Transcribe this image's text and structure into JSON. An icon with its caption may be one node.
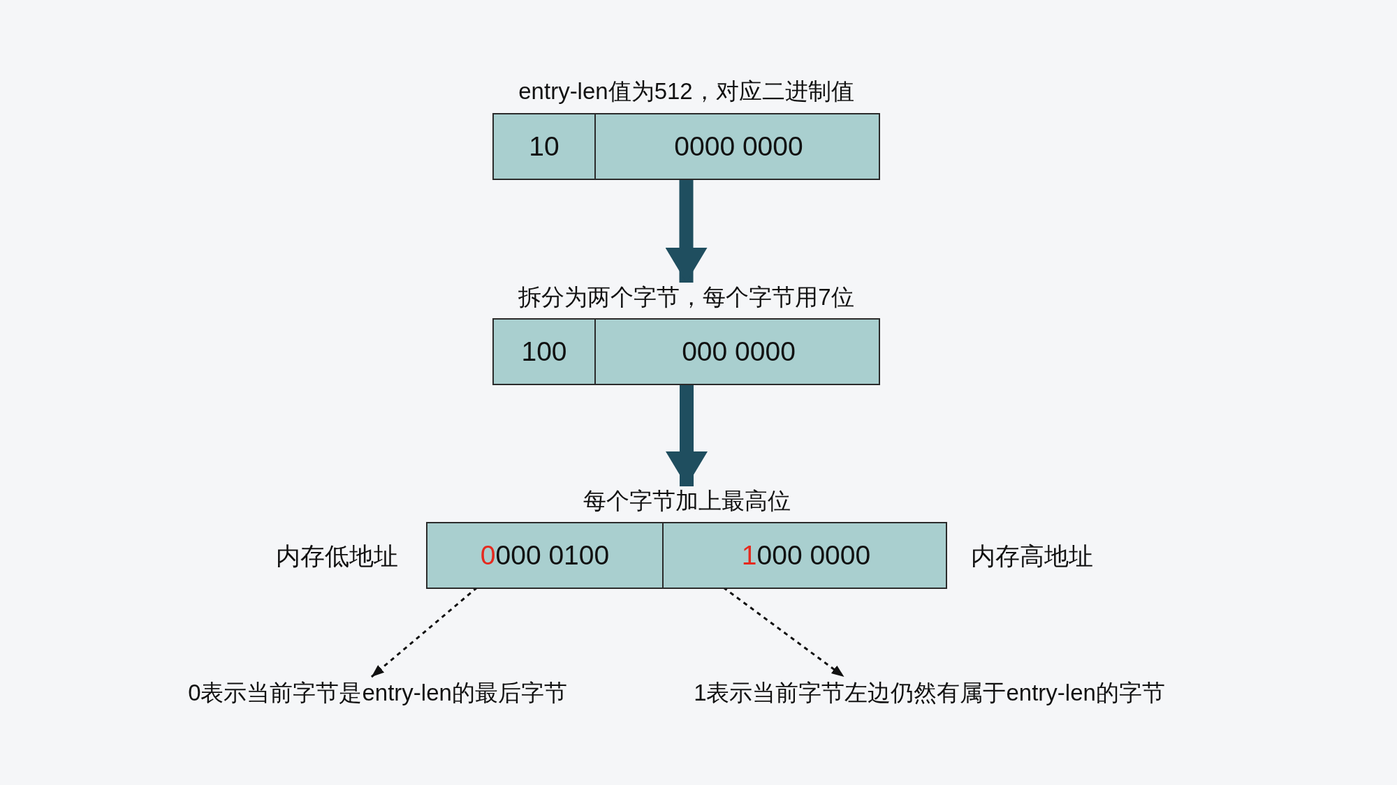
{
  "diagram": {
    "nodes": [
      {
        "text": [
          "entry-len值为512，对应二进制值"
        ]
      },
      {
        "text": [
          "10"
        ],
        "in": 0
      },
      {
        "text": [
          "0000 0000"
        ],
        "in": 0
      },
      {
        "text": [
          "拆分为两个字节，每个字节用7位"
        ]
      },
      {
        "text": [
          "100"
        ],
        "in": 3
      },
      {
        "text": [
          "000 0000"
        ],
        "in": 3
      },
      {
        "text": [
          "每个字节加上最高位"
        ]
      },
      {
        "text": [
          "0000 0100"
        ],
        "in": 6
      },
      {
        "text": [
          "1000 0000"
        ],
        "in": 6
      },
      {
        "text": [
          "0表示当前字节是entry-len的最后字节"
        ]
      },
      {
        "text": [
          "1表示当前字节左边仍然有属于entry-len的字节"
        ]
      }
    ],
    "edges": [
      {
        "from": 0,
        "to": 3,
        "arrow": "to",
        "style": "thick",
        "color": "#1f4e5f"
      },
      {
        "from": 3,
        "to": 6,
        "arrow": "to",
        "style": "thick",
        "color": "#1f4e5f"
      },
      {
        "from": 7,
        "to": 9,
        "arrow": "to",
        "style": "dashed"
      },
      {
        "from": 8,
        "to": 10,
        "arrow": "to",
        "style": "dashed"
      }
    ],
    "labels": [
      "内存低地址",
      "内存高地址"
    ]
  }
}
